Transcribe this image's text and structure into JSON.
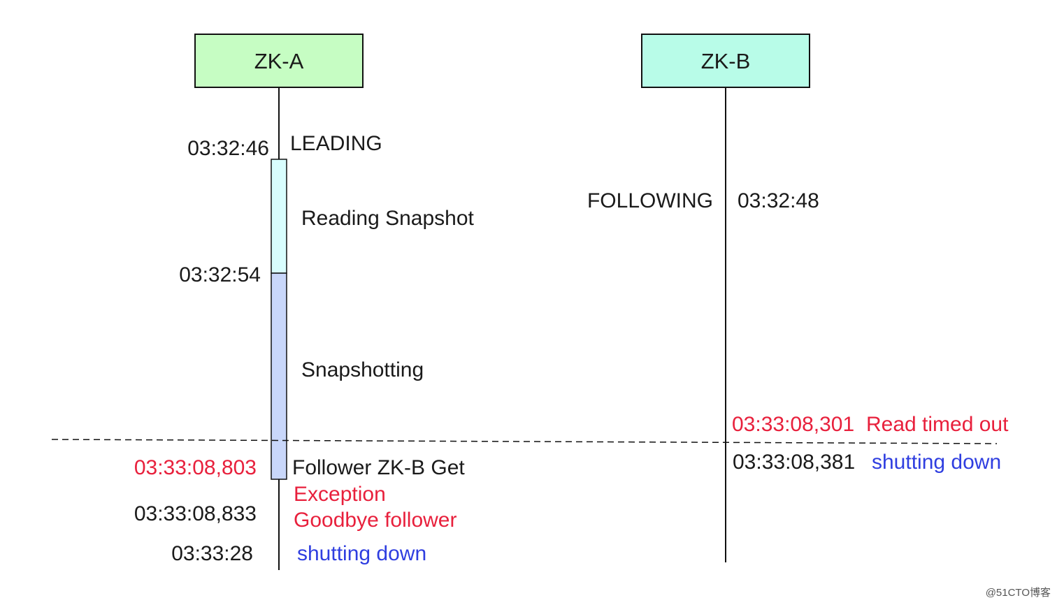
{
  "colors": {
    "zk_a_fill": "#c6fdc3",
    "zk_b_fill": "#b8fce8",
    "reading_fill": "#d8fdfd",
    "snapshotting_fill": "#c9d7fa",
    "red": "#e8203c",
    "blue": "#2f3ee0",
    "line": "#111111"
  },
  "nodes": {
    "zk_a": {
      "label": "ZK-A"
    },
    "zk_b": {
      "label": "ZK-B"
    }
  },
  "zk_a_events": {
    "leading_time": "03:32:46",
    "leading_label": "LEADING",
    "reading_label": "Reading Snapshot",
    "snapshot_time": "03:32:54",
    "snapshotting_label": "Snapshotting",
    "exception_time": "03:33:08,803",
    "exception_line1": "Follower ZK-B Get",
    "exception_line2": "Exception",
    "goodbye_time": "03:33:08,833",
    "goodbye_label": "Goodbye follower",
    "shutdown_time": "03:33:28",
    "shutdown_label": "shutting down"
  },
  "zk_b_events": {
    "following_label": "FOLLOWING",
    "following_time": "03:32:48",
    "timeout_time": "03:33:08,301",
    "timeout_label": "Read timed out",
    "shutdown_time": "03:33:08,381",
    "shutdown_label": "shutting down"
  },
  "watermark": "@51CTO博客"
}
